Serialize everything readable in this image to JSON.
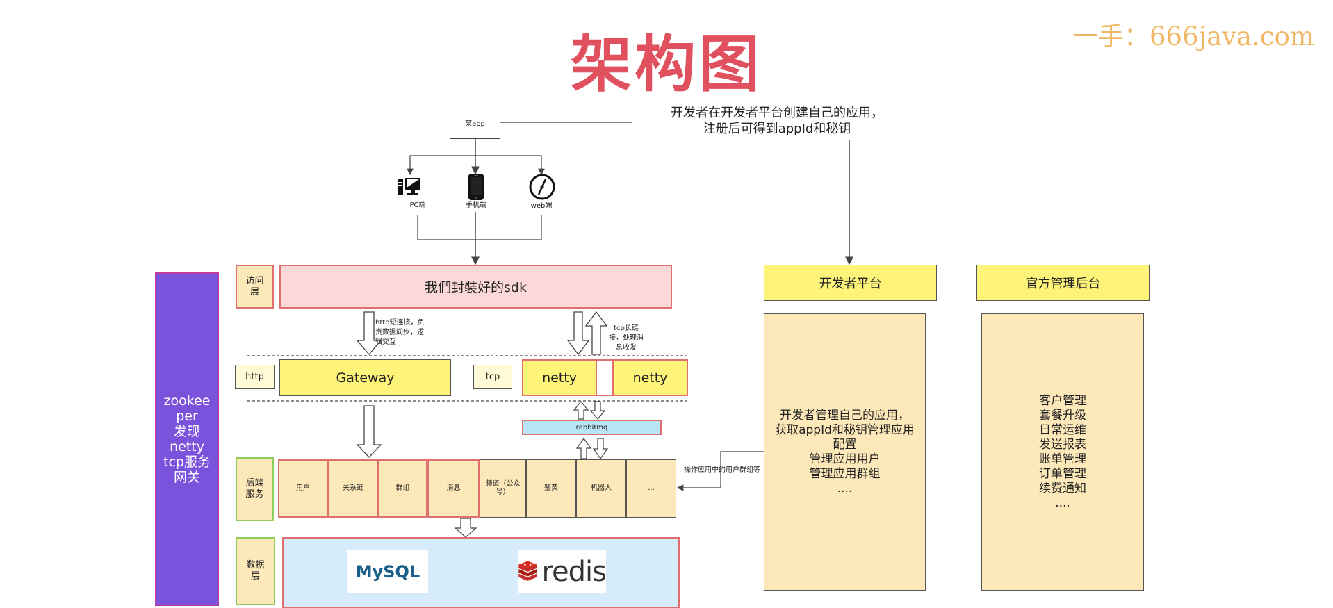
{
  "title": "架构图",
  "watermark": "一手：666java.com",
  "app_box": "某app",
  "developer_note": "开发者在开发者平台创建自己的应用，\n注册后可得到appId和秘钥",
  "clients": [
    {
      "label": "PC端",
      "icon": "desktop-icon"
    },
    {
      "label": "手机端",
      "icon": "mobile-phone-icon"
    },
    {
      "label": "web端",
      "icon": "compass-icon"
    }
  ],
  "side_bar": "zookee\nper\n发现\nnetty\ntcp服务\n网关",
  "layers": {
    "access": "访问\n层",
    "backend": "后端\n服务",
    "data": "数据\n层"
  },
  "sdk_label": "我們封裝好的sdk",
  "http_label": "http",
  "gateway_label": "Gateway",
  "tcp_label": "tcp",
  "netty_labels": [
    "netty",
    "netty"
  ],
  "rabbitmq_label": "rabbitmq",
  "http_annotation": "http短连接，负\n责数据同步，逻\n辑交互",
  "tcp_annotation": "tcp长链\n接，处理消\n息收发",
  "services": [
    "用户",
    "关系链",
    "群组",
    "消息",
    "频道（公众\n号）",
    "鉴黄",
    "机器人",
    "..."
  ],
  "ops_annotation": "操作应用中的用户群组等",
  "data_logos": {
    "mysql_text": "MySQL",
    "redis_text": "redis"
  },
  "developer_platform": {
    "header": "开发者平台",
    "body": "开发者管理自己的应用，\n获取appId和秘钥管理应用\n配置\n管理应用用户\n管理应用群组\n...."
  },
  "official_admin": {
    "header": "官方管理后台",
    "body": "客户管理\n套餐升级\n日常运维\n发送报表\n账单管理\n订单管理\n续费通知\n...."
  },
  "colors": {
    "title": "#e0505f",
    "watermark": "#f2b766",
    "side_bar": "#7a52db",
    "sdk_fill": "#fcd8d8",
    "yellow": "#fff47a",
    "panel": "#fde8b9",
    "rabbitmq": "#b8e4f5",
    "data_layer": "#d6ecfb"
  }
}
